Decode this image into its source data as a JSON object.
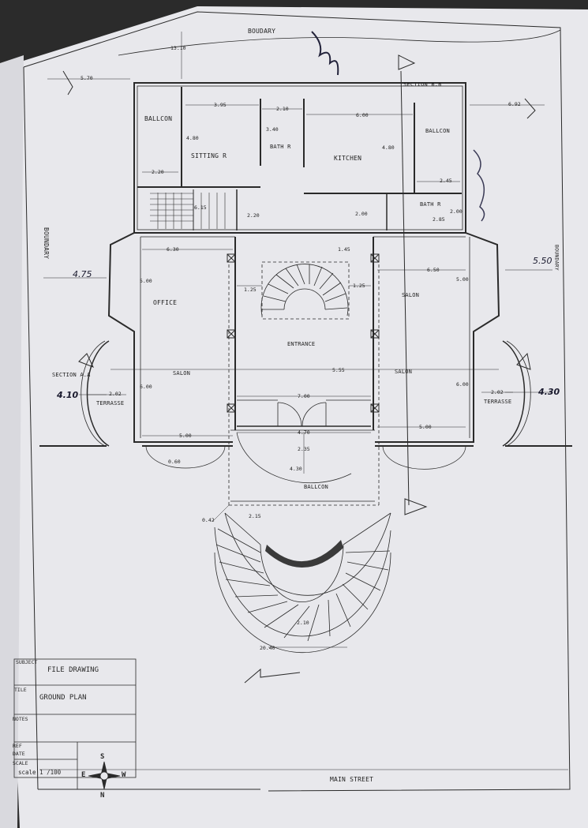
{
  "labels": {
    "boundary_top": "BOUDARY",
    "boundary_left": "BOUNDARY",
    "boundary_right": "BOUNDARY",
    "section_bb": "SECTION B.B",
    "section_aa": "SECTION A.A",
    "main_street": "MAIN STREET"
  },
  "rooms": {
    "ballcon_top_left": "BALLCON",
    "sitting": "SITTING R",
    "bath_1": "BATH R",
    "kitchen": "KITCHEN",
    "ballcon_top_right": "BALLCON",
    "bath_2": "BATH R",
    "office": "OFFICE",
    "entrance": "ENTRANCE",
    "salon_right_top": "SALON",
    "salon_left": "SALON",
    "salon_right": "SALON",
    "terrasse_left": "TERRASSE",
    "terrasse_right": "TERRASSE",
    "ballcon_front": "BALLCON"
  },
  "dimensions": {
    "d1310": "13.10",
    "d570": "5.70",
    "d395": "3.95",
    "d210a": "2.10",
    "d600a": "6.00",
    "d692": "6.92",
    "d480a": "4.80",
    "d340": "3.40",
    "d480b": "4.80",
    "d220a": "2.20",
    "d245": "2.45",
    "d615": "6.15",
    "d220b": "2.20",
    "d200a": "2.00",
    "d200b": "2.00",
    "d285": "2.85",
    "d630": "6.30",
    "d145": "1.45",
    "d650": "6.50",
    "d500a": "5.00",
    "d125a": "1.25",
    "d125b": "1.25",
    "d500b": "5.00",
    "d555": "5.55",
    "d600b": "6.00",
    "d600c": "6.00",
    "d202a": "2.02",
    "d202b": "2.02",
    "d700": "7.00",
    "d470": "4.70",
    "d500c": "5.00",
    "d500d": "5.00",
    "d235": "2.35",
    "d060": "0.60",
    "d430": "4.30",
    "d042": "0.42",
    "d215": "2.15",
    "d210b": "2.10",
    "d2040": "20.40"
  },
  "handwritten": {
    "left_dim": "4.75",
    "right_dim": "5.50",
    "left_lower": "4.10",
    "right_lower": "4.30"
  },
  "title_block": {
    "subject_label": "SUBJECT",
    "subject_value": "FILE DRAWING",
    "title_label": "TILE",
    "title_value": "GROUND PLAN",
    "notes_label": "NOTES",
    "ref_label": "REF",
    "date_label": "DATE",
    "scale_label": "SCALE",
    "scale_value": "scale 1  /100"
  },
  "compass": {
    "n": "N",
    "s": "S",
    "e": "E",
    "w": "W"
  },
  "colors": {
    "paper": "#e9e9ed",
    "ink": "#1e1e1e",
    "table": "#2b2b2b"
  }
}
